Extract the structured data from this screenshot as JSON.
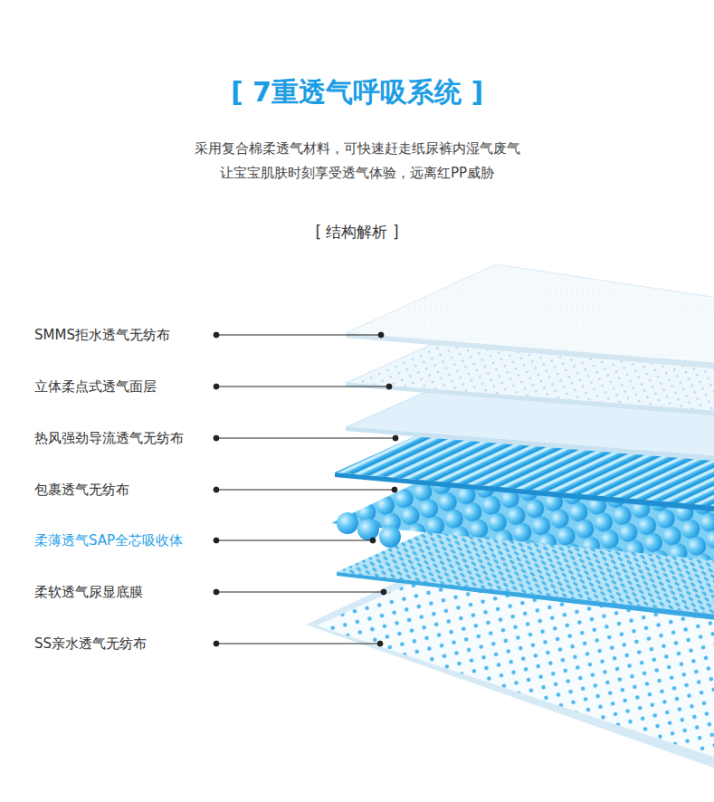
{
  "diagram": {
    "title": "[ 7重透气呼吸系统 ]",
    "labels": [
      "采用复合棉柔透气材料，可快速赶走纸尿裤内湿气废气",
      "让宝宝肌肤时刻享受透气体验，远离红PP威胁",
      "[ 结构解析 ]",
      "SMMS拒水透气无纺布",
      "立体柔点式透气面层",
      "热风强劲导流透气无纺布",
      "包裹透气无纺布",
      "柔薄透气SAP全芯吸收体",
      "柔软透气尿显底膜",
      "SS亲水透气无纺布"
    ]
  }
}
